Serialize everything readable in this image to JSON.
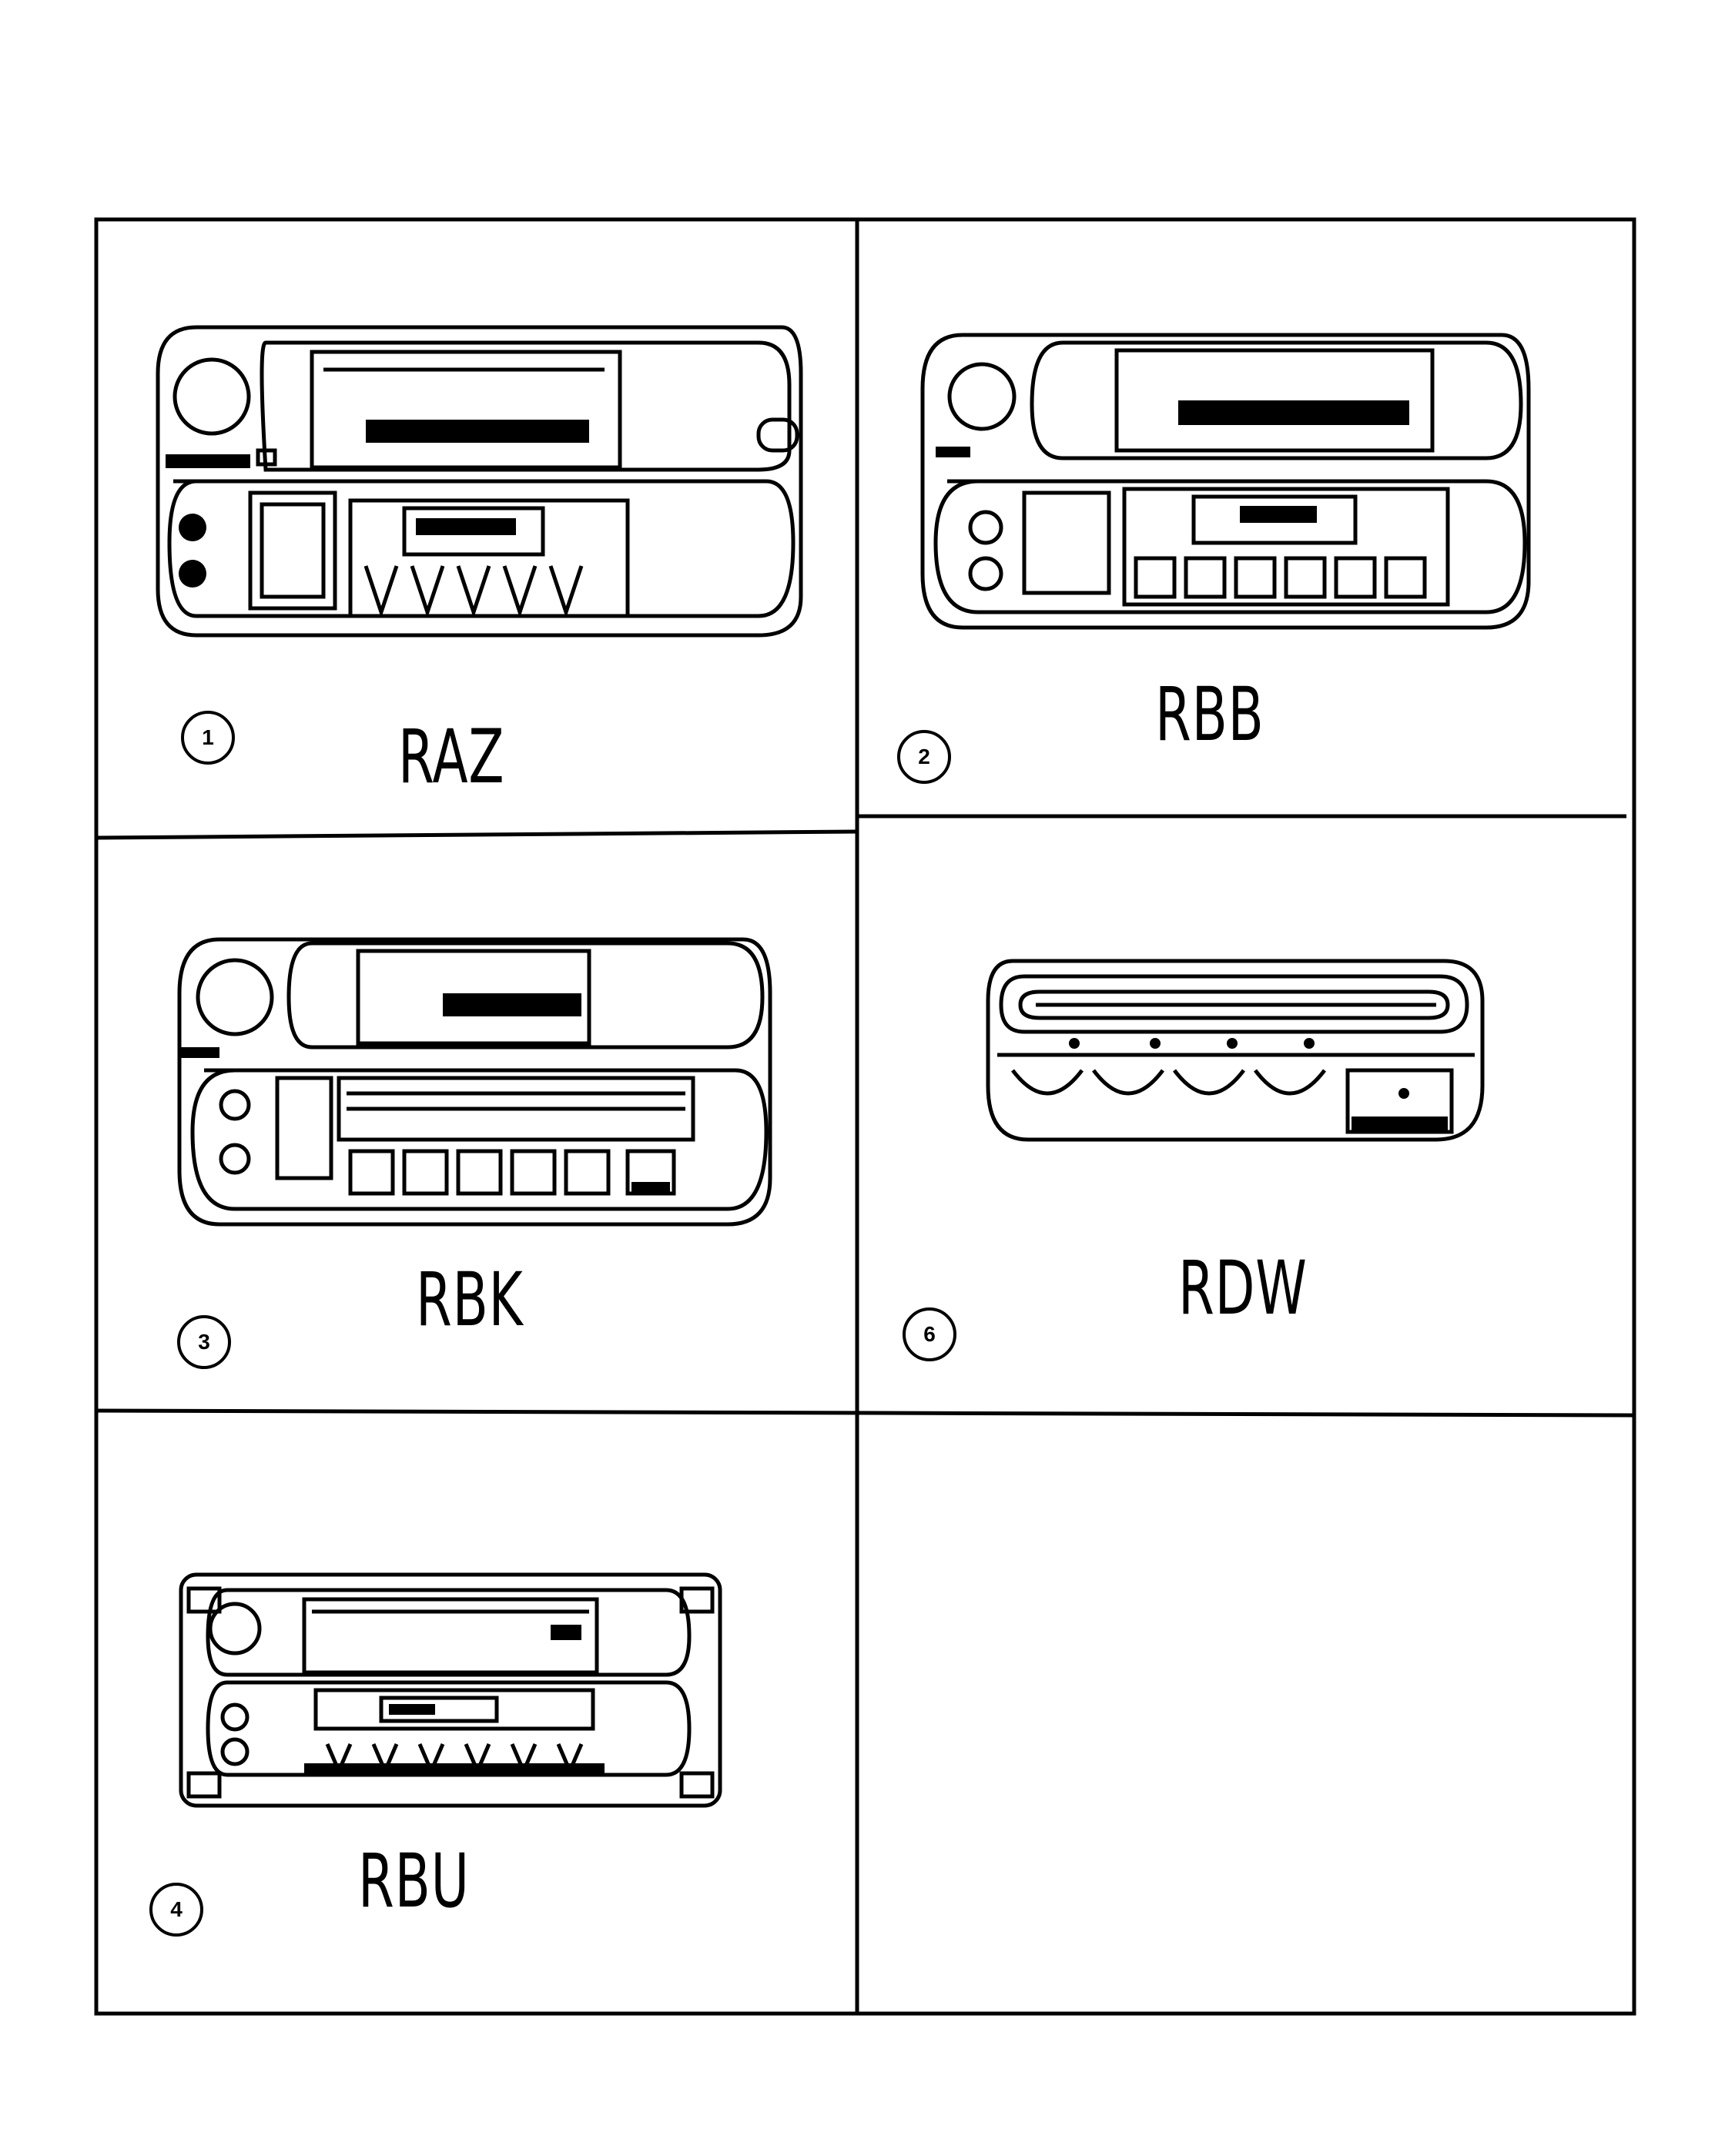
{
  "diagram": {
    "items": [
      {
        "callout": "1",
        "model": "RAZ"
      },
      {
        "callout": "2",
        "model": "RBB"
      },
      {
        "callout": "3",
        "model": "RBK"
      },
      {
        "callout": "6",
        "model": "RDW"
      },
      {
        "callout": "4",
        "model": "RBU"
      }
    ]
  }
}
